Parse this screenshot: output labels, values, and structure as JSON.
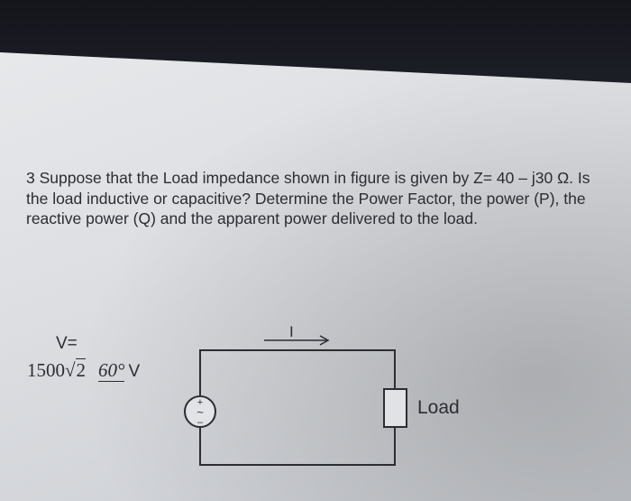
{
  "problem": {
    "text": "3 Suppose that the Load impedance shown in figure is given by Z= 40 – j30 Ω. Is the load inductive or capacitive? Determine the Power Factor, the power (P), the reactive power (Q) and the apparent power delivered to the load."
  },
  "circuit": {
    "voltage_label": "V=",
    "voltage_magnitude": "1500",
    "voltage_root": "2",
    "voltage_angle": "60°",
    "voltage_unit": "V",
    "current_label": "I",
    "load_label": "Load",
    "source_plus": "+",
    "source_minus": "–",
    "source_tilde": "~"
  }
}
